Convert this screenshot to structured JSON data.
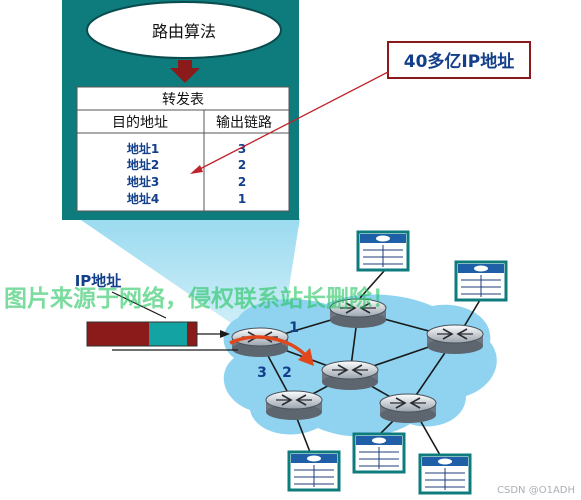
{
  "panel": {
    "algorithm_label": "路由算法",
    "table_title": "转发表",
    "col_dest": "目的地址",
    "col_link": "输出链路",
    "rows": [
      {
        "addr": "地址1",
        "link": "3"
      },
      {
        "addr": "地址2",
        "link": "2"
      },
      {
        "addr": "地址3",
        "link": "2"
      },
      {
        "addr": "地址4",
        "link": "1"
      }
    ]
  },
  "callout": {
    "text": "40多亿IP地址"
  },
  "packet": {
    "label": "IP地址"
  },
  "router_ports": {
    "p1": "1",
    "p2": "2",
    "p3": "3"
  },
  "watermark": {
    "text": "图片来源于网络，侵权联系站长删除！"
  },
  "credit": {
    "text": "CSDN @O1ADH"
  },
  "colors": {
    "teal": "#0e7b7d",
    "cloud": "#8fd3f0",
    "header_blue": "#123e8a",
    "arrow_red": "#8b1a1a",
    "watermark_green": "#22c55e"
  }
}
